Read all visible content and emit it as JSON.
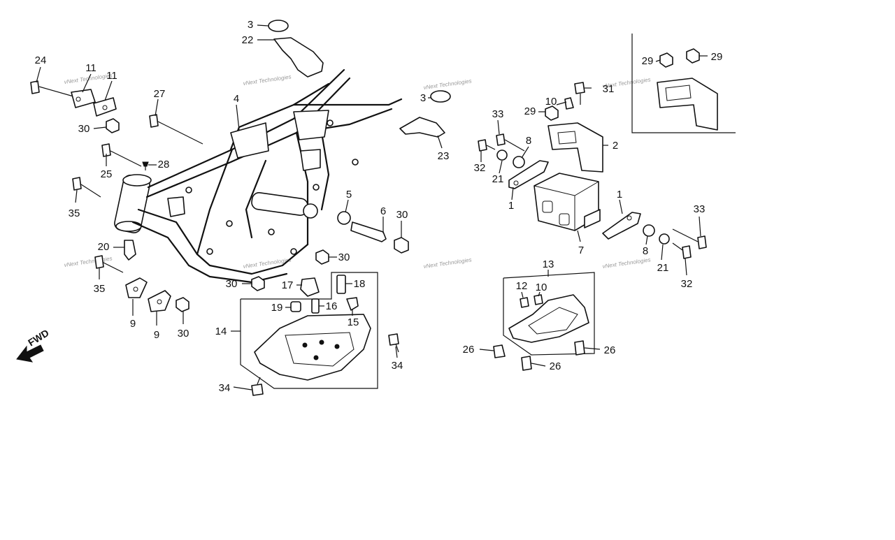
{
  "diagram": {
    "watermark": "vNext Technologies",
    "fwd_label": "FWD",
    "callouts": [
      {
        "id": "c24",
        "label": "24"
      },
      {
        "id": "c11a",
        "label": "11"
      },
      {
        "id": "c11b",
        "label": "11"
      },
      {
        "id": "c30a",
        "label": "30"
      },
      {
        "id": "c27",
        "label": "27"
      },
      {
        "id": "c25",
        "label": "25"
      },
      {
        "id": "c28",
        "label": "28"
      },
      {
        "id": "c35a",
        "label": "35"
      },
      {
        "id": "c20",
        "label": "20"
      },
      {
        "id": "c35b",
        "label": "35"
      },
      {
        "id": "c9a",
        "label": "9"
      },
      {
        "id": "c9b",
        "label": "9"
      },
      {
        "id": "c30b",
        "label": "30"
      },
      {
        "id": "c3a",
        "label": "3"
      },
      {
        "id": "c22",
        "label": "22"
      },
      {
        "id": "c4",
        "label": "4"
      },
      {
        "id": "c3b",
        "label": "3"
      },
      {
        "id": "c23",
        "label": "23"
      },
      {
        "id": "c5",
        "label": "5"
      },
      {
        "id": "c6",
        "label": "6"
      },
      {
        "id": "c30c",
        "label": "30"
      },
      {
        "id": "c30d",
        "label": "30"
      },
      {
        "id": "c30e",
        "label": "30"
      },
      {
        "id": "c17",
        "label": "17"
      },
      {
        "id": "c18",
        "label": "18"
      },
      {
        "id": "c19",
        "label": "19"
      },
      {
        "id": "c16",
        "label": "16"
      },
      {
        "id": "c15",
        "label": "15"
      },
      {
        "id": "c14",
        "label": "14"
      },
      {
        "id": "c34a",
        "label": "34"
      },
      {
        "id": "c34b",
        "label": "34"
      },
      {
        "id": "c33a",
        "label": "33"
      },
      {
        "id": "c10a",
        "label": "10"
      },
      {
        "id": "c29a",
        "label": "29"
      },
      {
        "id": "c31",
        "label": "31"
      },
      {
        "id": "c8a",
        "label": "8"
      },
      {
        "id": "c2",
        "label": "2"
      },
      {
        "id": "c32a",
        "label": "32"
      },
      {
        "id": "c21a",
        "label": "21"
      },
      {
        "id": "c1a",
        "label": "1"
      },
      {
        "id": "c1b",
        "label": "1"
      },
      {
        "id": "c7",
        "label": "7"
      },
      {
        "id": "c33b",
        "label": "33"
      },
      {
        "id": "c8b",
        "label": "8"
      },
      {
        "id": "c21b",
        "label": "21"
      },
      {
        "id": "c32b",
        "label": "32"
      },
      {
        "id": "c29b",
        "label": "29"
      },
      {
        "id": "c29c",
        "label": "29"
      },
      {
        "id": "c13",
        "label": "13"
      },
      {
        "id": "c12",
        "label": "12"
      },
      {
        "id": "c10b",
        "label": "10"
      },
      {
        "id": "c26a",
        "label": "26"
      },
      {
        "id": "c26b",
        "label": "26"
      },
      {
        "id": "c26c",
        "label": "26"
      }
    ]
  }
}
